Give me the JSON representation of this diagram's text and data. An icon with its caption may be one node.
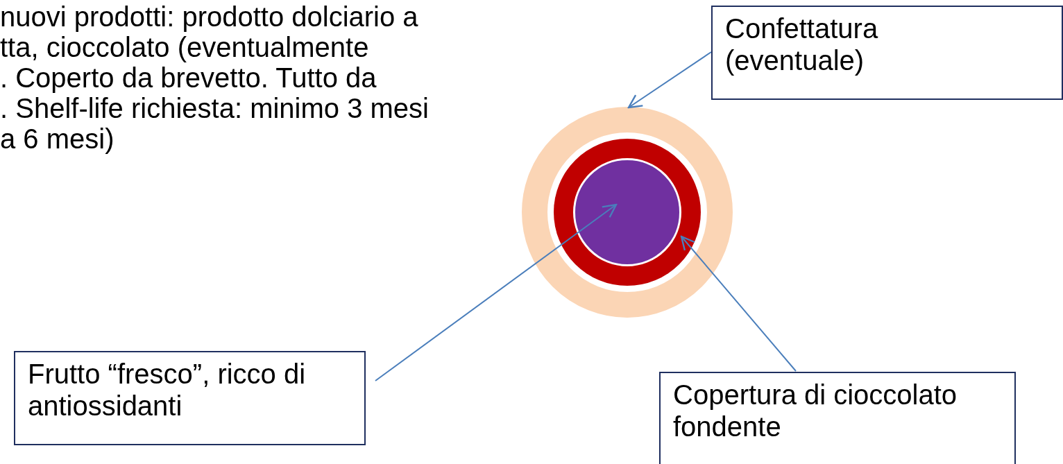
{
  "diagram": {
    "nodes": [
      {
        "text": [
          "Confettatura (eventuale)"
        ]
      },
      {
        "text": [
          "Frutto “fresco”, ricco di antiossidanti"
        ]
      },
      {
        "text": [
          "Copertura di cioccolato fondente"
        ]
      },
      {
        "text": [],
        "shape": "circle"
      },
      {
        "text": [],
        "shape": "circle",
        "in": 3
      },
      {
        "text": [],
        "shape": "circle",
        "in": 4
      }
    ],
    "edges": [
      {
        "from": 0,
        "to": 3,
        "arrow": "to"
      },
      {
        "from": 1,
        "to": 5,
        "arrow": "to"
      },
      {
        "from": 2,
        "to": 4,
        "arrow": "to"
      }
    ],
    "labels": [
      "nuovi prodotti: prodotto dolciario a",
      "tta, cioccolato (eventualmente",
      ". Coperto da brevetto. Tutto da",
      ". Shelf-life richiesta: minimo 3 mesi",
      "a 6 mesi)"
    ]
  }
}
